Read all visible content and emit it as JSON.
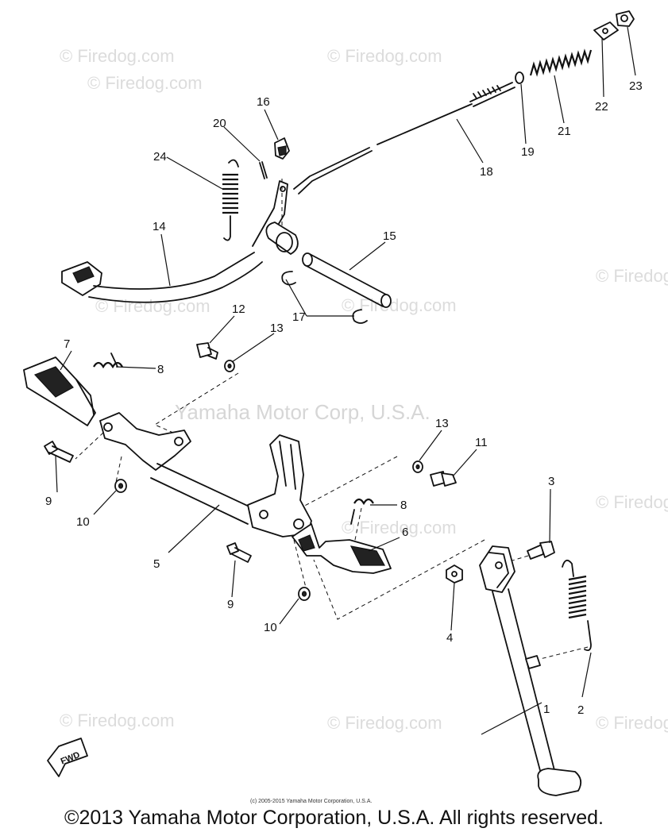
{
  "watermarks": {
    "repeat_text": "© Firedog.com",
    "center_text": "Yamaha Motor Corp, U.S.A."
  },
  "part_labels": [
    "1",
    "2",
    "3",
    "4",
    "5",
    "6",
    "7",
    "8",
    "8",
    "9",
    "9",
    "10",
    "10",
    "11",
    "12",
    "13",
    "13",
    "14",
    "15",
    "16",
    "17",
    "18",
    "19",
    "20",
    "21",
    "22",
    "23",
    "24"
  ],
  "fwd_label": "FWD",
  "small_credit": "(c) 2005-2015 Yamaha Motor Corporation, U.S.A.",
  "copyright": "©2013 Yamaha Motor Corporation, U.S.A. All rights reserved.",
  "colors": {
    "ink": "#111111",
    "watermark": "#dcdcdc",
    "background": "#ffffff"
  }
}
